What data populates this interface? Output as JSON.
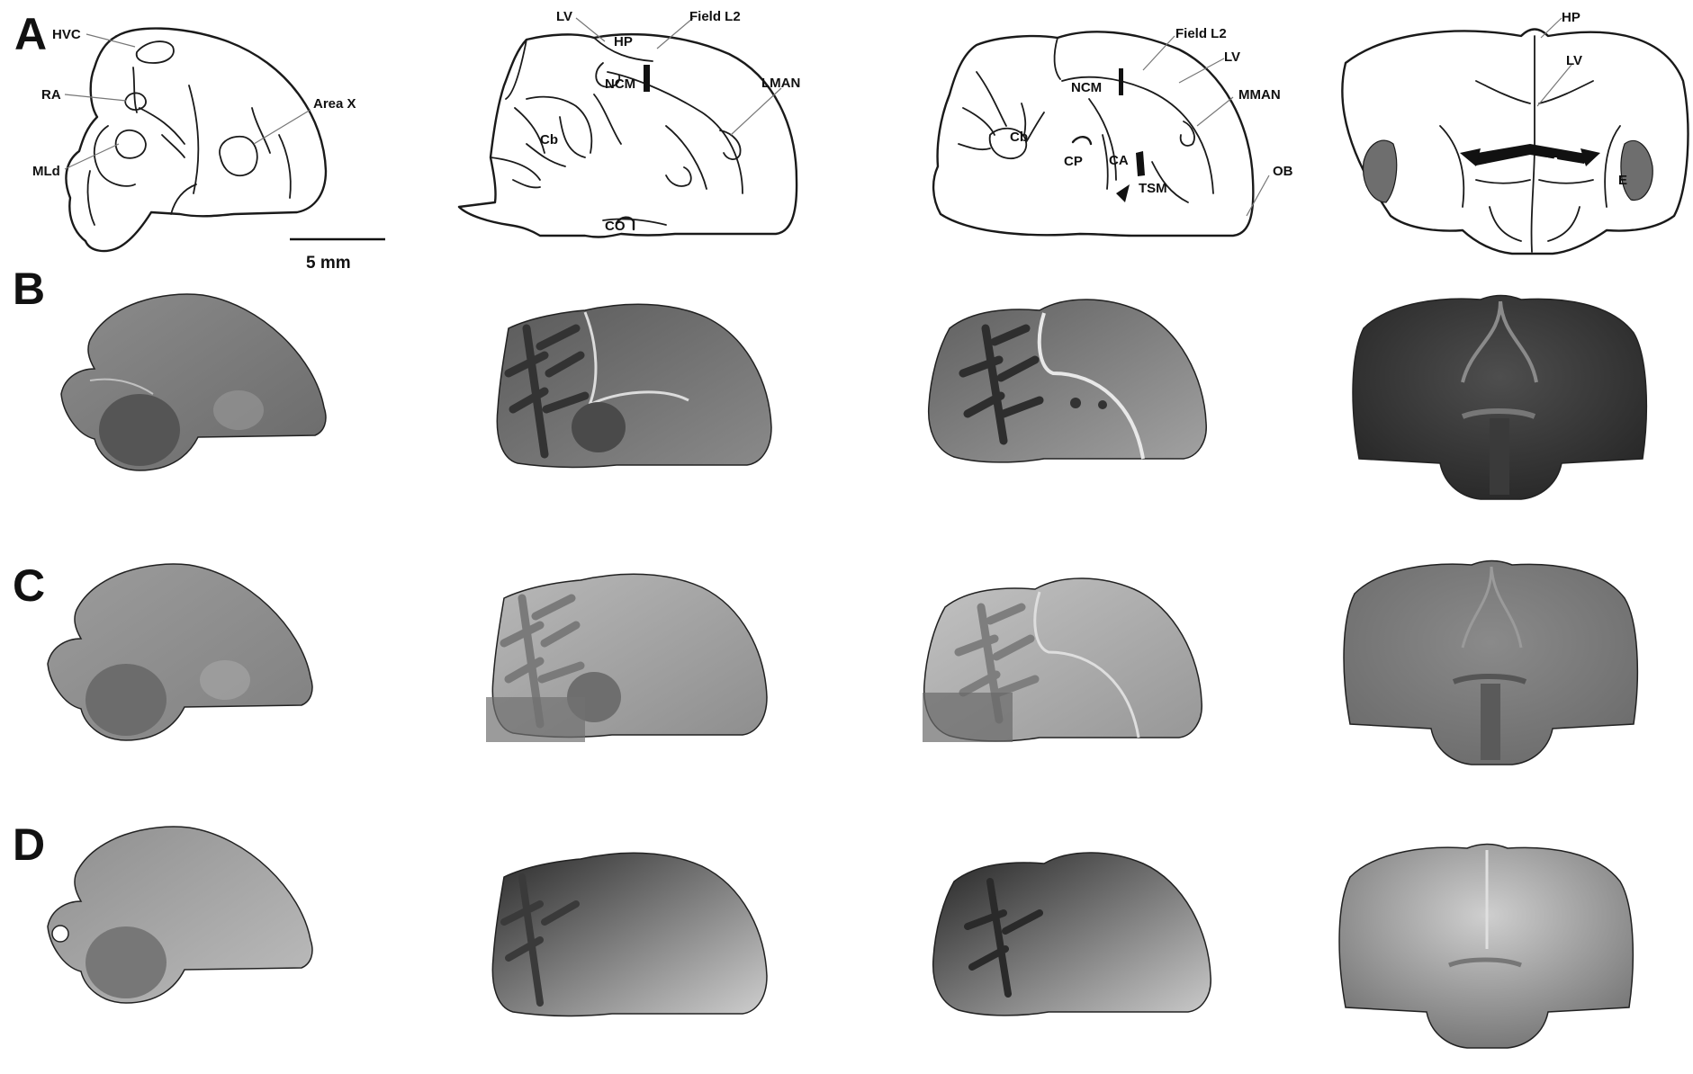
{
  "panels": {
    "A": "A",
    "B": "B",
    "C": "C",
    "D": "D"
  },
  "scale_bar": {
    "label": "5 mm"
  },
  "diagram1": {
    "hvc": "HVC",
    "ra": "RA",
    "mld": "MLd",
    "areax": "Area X"
  },
  "diagram2": {
    "lv": "LV",
    "fieldl2": "Field L2",
    "hp": "HP",
    "ncm": "NCM",
    "lman": "LMAN",
    "cb": "Cb",
    "co": "CO"
  },
  "diagram3": {
    "fieldl2": "Field L2",
    "lv": "LV",
    "ncm": "NCM",
    "mman": "MMAN",
    "cb": "Cb",
    "cp": "CP",
    "ca": "CA",
    "tsm": "TSM",
    "ob": "OB"
  },
  "diagram4": {
    "hp": "HP",
    "lv": "LV",
    "ca": "CA",
    "e": "E"
  },
  "colors": {
    "ink": "#1a1a1a",
    "lesion": "#6e6e6e",
    "background": "#ffffff"
  }
}
